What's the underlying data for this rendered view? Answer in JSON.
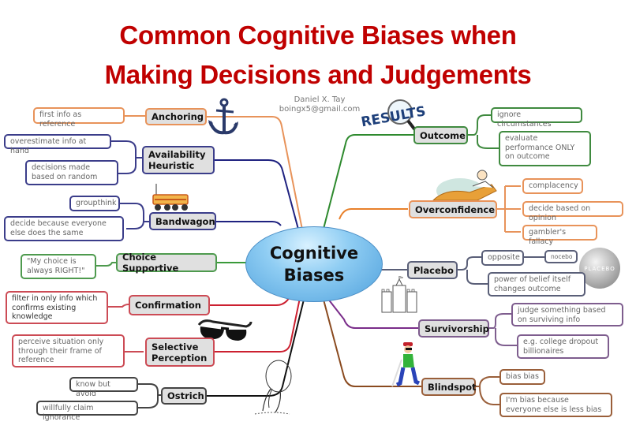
{
  "title": {
    "line1": "Common Cognitive Biases when",
    "line2": "Making Decisions and Judgements",
    "color": "#c00000"
  },
  "author": {
    "name": "Daniel X. Tay",
    "email": "boingx5@gmail.com"
  },
  "center": {
    "line1": "Cognitive",
    "line2": "Biases"
  },
  "branches": {
    "anchoring": {
      "label": "Anchoring",
      "color": "#e8935a",
      "icon": "anchor-icon",
      "leaves": [
        "first info as reference"
      ]
    },
    "availability": {
      "label_line1": "Availability",
      "label_line2": "Heuristic",
      "color": "#1f2280",
      "leaves": [
        "overestimate info at hand",
        "decisions made based on random"
      ]
    },
    "bandwagon": {
      "label": "Bandwagon",
      "color": "#1f2280",
      "icon": "wagon-icon",
      "leaves": [
        "groupthink",
        "decide because everyone else does the same"
      ]
    },
    "choice_supportive": {
      "label": "Choice Supportive",
      "color": "#3a9a3a",
      "leaves": [
        "\"My choice is always RIGHT!\""
      ]
    },
    "confirmation": {
      "label": "Confirmation",
      "color": "#cc2030",
      "leaves": [
        "filter in only info which confirms existing knowledge"
      ]
    },
    "selective_perception": {
      "label_line1": "Selective",
      "label_line2": "Perception",
      "color": "#cc2030",
      "icon": "sunglasses-icon",
      "leaves": [
        "perceive situation only through their frame of reference"
      ]
    },
    "ostrich": {
      "label": "Ostrich",
      "color": "#111111",
      "icon": "ostrich-icon",
      "leaves": [
        "know but avoid",
        "willfully claim ignorance"
      ]
    },
    "outcome": {
      "label": "Outcome",
      "color": "#2e8a2e",
      "icon": "results-magnifier-icon",
      "icon_text": "RESULTS",
      "leaves": [
        "ignore circumstances",
        "evaluate performance ONLY on outcome"
      ]
    },
    "overconfidence": {
      "label": "Overconfidence",
      "color": "#e8802a",
      "icon": "relaxing-man-icon",
      "leaves": [
        "complacency",
        "decide based on opinion",
        "gambler's fallacy"
      ]
    },
    "placebo": {
      "label": "Placebo",
      "color": "#5a5f78",
      "icon": "placebo-pill-icon",
      "icon_text": "PLACEBO",
      "leaves": [
        "opposite",
        "nocebo",
        "power of belief itself changes outcome"
      ]
    },
    "survivorship": {
      "label": "Survivorship",
      "color": "#7a2d8a",
      "icon": "castle-icon",
      "leaves": [
        "judge something based on surviving info",
        "e.g. college dropout billionaires"
      ]
    },
    "blindspot": {
      "label": "Blindspot",
      "color": "#8a4a1f",
      "icon": "blind-man-icon",
      "leaves": [
        "bias bias",
        "I'm bias because everyone else is less bias"
      ]
    }
  }
}
